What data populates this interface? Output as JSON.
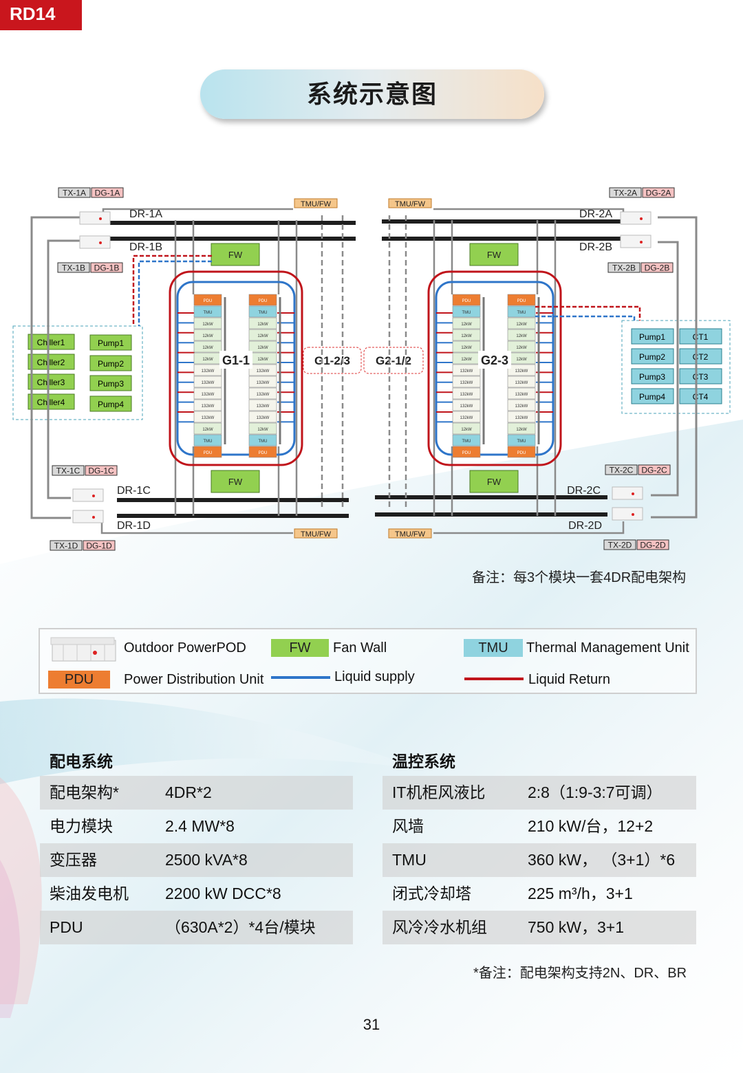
{
  "page_tag": "RD14",
  "title": "系统示意图",
  "diagram": {
    "left_tx": [
      "TX-1A",
      "TX-1B",
      "TX-1C",
      "TX-1D"
    ],
    "left_dg": [
      "DG-1A",
      "DG-1B",
      "DG-1C",
      "DG-1D"
    ],
    "right_tx": [
      "TX-2A",
      "TX-2B",
      "TX-2C",
      "TX-2D"
    ],
    "right_dg": [
      "DG-2A",
      "DG-2B",
      "DG-2C",
      "DG-2D"
    ],
    "left_dr": [
      "DR-1A",
      "DR-1B",
      "DR-1C",
      "DR-1D"
    ],
    "right_dr": [
      "DR-2A",
      "DR-2B",
      "DR-2C",
      "DR-2D"
    ],
    "tmu_fw": "TMU/FW",
    "fw": "FW",
    "group_left": "G1-1",
    "group_right": "G2-3",
    "group_mid_left": "G1-2/3",
    "group_mid_right": "G2-1/2",
    "chillers": [
      "Chiller1",
      "Chiller2",
      "Chiller3",
      "Chiller4"
    ],
    "pumps": [
      "Pump1",
      "Pump2",
      "Pump3",
      "Pump4"
    ],
    "cts": [
      "CT1",
      "CT2",
      "CT3",
      "CT4"
    ],
    "rack_cells": [
      "PDU",
      "TMU",
      "12kW",
      "12kW",
      "12kW",
      "12kW",
      "132kW",
      "132kW",
      "132kW",
      "132kW",
      "132kW",
      "12kW",
      "TMU",
      "PDU"
    ]
  },
  "note_top": "备注：每3个模块一套4DR配电架构",
  "legend": {
    "powerpod": "Outdoor PowerPOD",
    "fw_swatch": "FW",
    "fw_label": "Fan Wall",
    "tmu_swatch": "TMU",
    "tmu_label": "Thermal Management Unit",
    "pdu_swatch": "PDU",
    "pdu_label": "Power Distribution Unit",
    "supply_label": "Liquid supply",
    "return_label": "Liquid Return"
  },
  "colors": {
    "tag_red": "#c9161d",
    "fw_green": "#92d050",
    "tmu_cyan": "#8fd3df",
    "pdu_orange": "#ed7d31",
    "supply_blue": "#2e75c9",
    "return_red": "#c0141b",
    "dg_pink": "#f5c2c2"
  },
  "power_table": {
    "title": "配电系统",
    "rows": [
      {
        "k": "配电架构*",
        "v": "4DR*2"
      },
      {
        "k": "电力模块",
        "v": "2.4 MW*8"
      },
      {
        "k": "变压器",
        "v": "2500 kVA*8"
      },
      {
        "k": "柴油发电机",
        "v": "2200 kW DCC*8"
      },
      {
        "k": "PDU",
        "v": "（630A*2）*4台/模块"
      }
    ]
  },
  "thermal_table": {
    "title": "温控系统",
    "rows": [
      {
        "k": "IT机柜风液比",
        "v": "2:8（1:9-3:7可调）"
      },
      {
        "k": "风墙",
        "v": "210 kW/台，12+2"
      },
      {
        "k": "TMU",
        "v": "360 kW，  （3+1）*6"
      },
      {
        "k": "闭式冷却塔",
        "v": "225 m³/h，3+1"
      },
      {
        "k": "风冷冷水机组",
        "v": "750 kW，3+1"
      }
    ]
  },
  "note_bottom": "*备注：配电架构支持2N、DR、BR",
  "page_number": "31"
}
